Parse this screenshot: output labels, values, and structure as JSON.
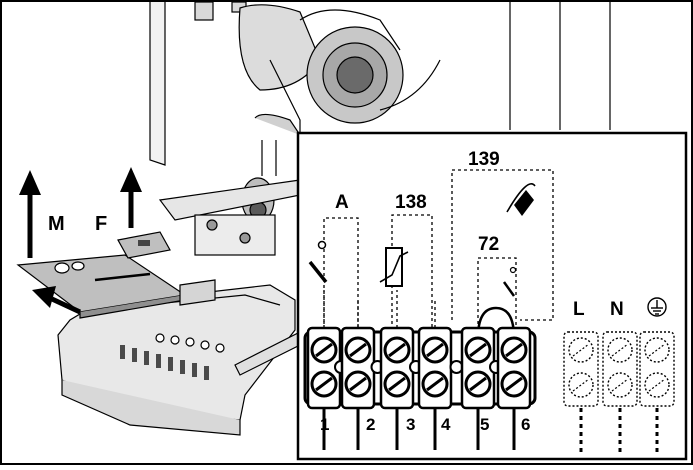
{
  "callouts": {
    "a": "A",
    "n138": "138",
    "n139": "139",
    "n72": "72",
    "m": "M",
    "f": "F"
  },
  "terminals": {
    "numbers": [
      "1",
      "2",
      "3",
      "4",
      "5",
      "6"
    ]
  },
  "supply": {
    "l": "L",
    "n": "N"
  },
  "colors": {
    "line": "#000000",
    "panel_fill": "#ffffff",
    "body_gray": "#e8e8e8",
    "dark_gray": "#4a4a4a"
  }
}
